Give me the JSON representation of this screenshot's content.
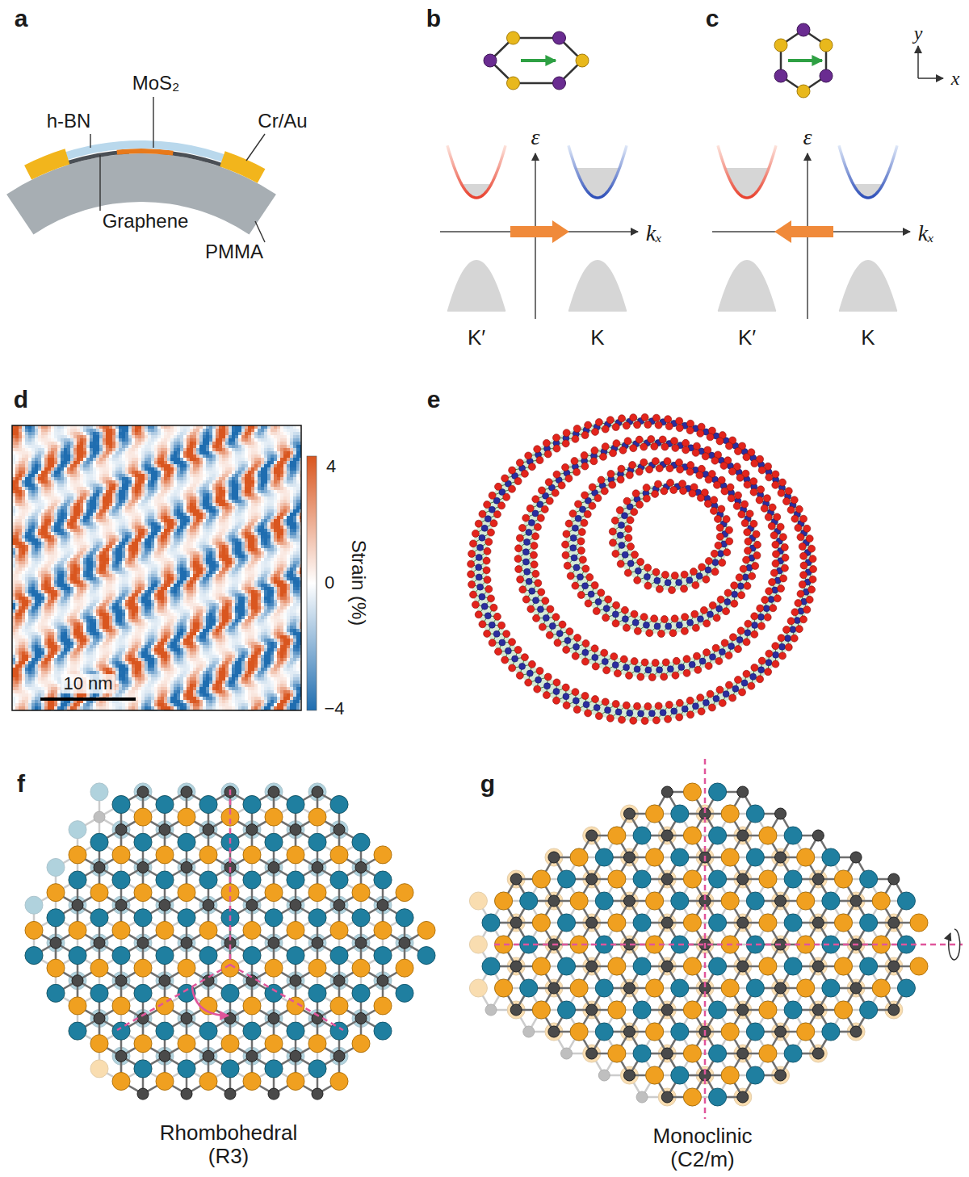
{
  "diagram": {
    "labels": [
      "a",
      "b",
      "c",
      "y",
      "x",
      "h-BN",
      "MoS₂",
      "Cr/Au",
      "Graphene",
      "PMMA",
      "ε",
      "kₓ",
      "K′",
      "K",
      "ε",
      "kₓ",
      "K′",
      "K",
      "d",
      "e",
      "4",
      "0",
      "−4",
      "Strain (%)",
      "10 nm",
      "f",
      "g",
      "Rhombohedral (R3)",
      "Monoclinic (C2/m)"
    ]
  }
}
